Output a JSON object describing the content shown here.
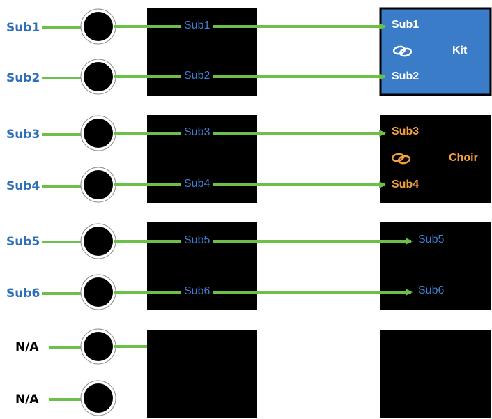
{
  "colors": {
    "line_green": "#6cc04a",
    "label_blue": "#2f6fb8",
    "sub_blue_text": "#3f7fd1",
    "kit_blue": "#3a7cc7",
    "choir_orange": "#f2a03c",
    "black": "#000000",
    "white": "#ffffff"
  },
  "inputs": [
    {
      "label": "Sub1",
      "color": "#2f6fb8"
    },
    {
      "label": "Sub2",
      "color": "#2f6fb8"
    },
    {
      "label": "Sub3",
      "color": "#2f6fb8"
    },
    {
      "label": "Sub4",
      "color": "#2f6fb8"
    },
    {
      "label": "Sub5",
      "color": "#2f6fb8"
    },
    {
      "label": "Sub6",
      "color": "#2f6fb8"
    },
    {
      "label": "N/A",
      "color": "#000000"
    },
    {
      "label": "N/A",
      "color": "#000000"
    }
  ],
  "middle": [
    "Sub1",
    "Sub2",
    "Sub3",
    "Sub4",
    "Sub5",
    "Sub6"
  ],
  "groups": {
    "kit": {
      "top": "Sub1",
      "bottom": "Sub2",
      "name": "Kit",
      "link_icon": "link-icon"
    },
    "choir": {
      "top": "Sub3",
      "bottom": "Sub4",
      "name": "Choir",
      "link_icon": "link-icon"
    },
    "unlinked": {
      "top": "Sub5",
      "bottom": "Sub6"
    }
  }
}
